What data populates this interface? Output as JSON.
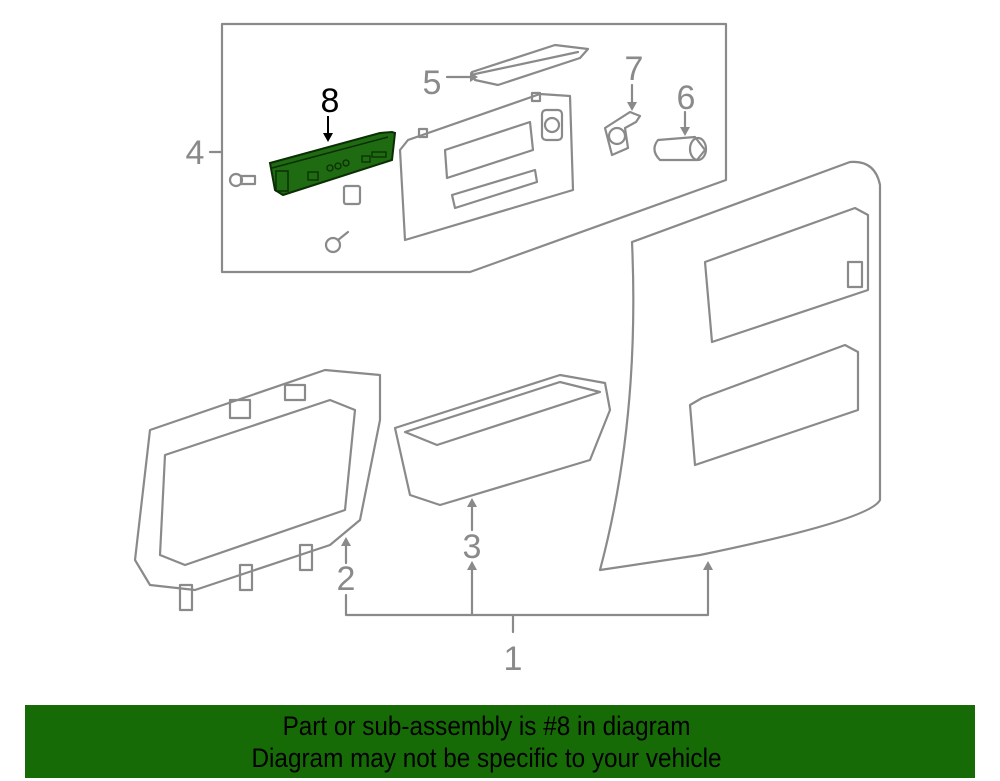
{
  "diagram": {
    "callouts": [
      "1",
      "2",
      "3",
      "4",
      "5",
      "6",
      "7",
      "8"
    ],
    "highlighted_part": "8",
    "highlight_color": "#1f6b12",
    "line_color": "#8a8a8a"
  },
  "banner": {
    "line1": "Part or sub-assembly is #8 in diagram",
    "line2": "Diagram may not be specific to your vehicle",
    "color": "#176b07"
  }
}
